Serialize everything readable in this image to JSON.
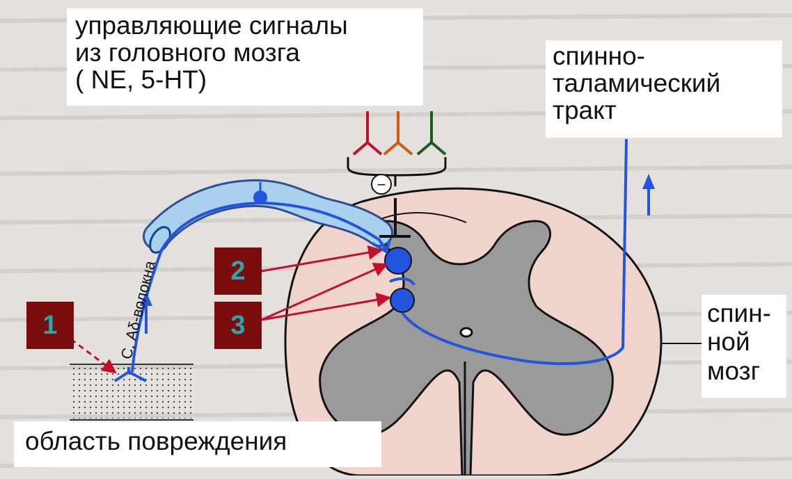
{
  "labels": {
    "brain_signals_line1": "управляющие сигналы",
    "brain_signals_line2": "из головного мозга",
    "brain_signals_line3": "( NE, 5-HT)",
    "tract_line1": "спинно-",
    "tract_line2": "таламический",
    "tract_line3": "тракт",
    "cord_line1": "спин-",
    "cord_line2": "ной",
    "cord_line3": "мозг",
    "injury_area": "область повреждения",
    "fibers": "С, Aδ-волокна",
    "inhibition_sign": "−"
  },
  "badges": [
    "1",
    "2",
    "3"
  ],
  "colors": {
    "badge_bg": "#7a0d0d",
    "badge_text": "#2aa6ae",
    "nerve_fiber": "#2255dd",
    "arrow_red": "#c0102a",
    "cord_white_matter": "#f0d4cc",
    "cord_grey_matter": "#9a9a9a",
    "descending_red": "#c0102a",
    "descending_orange": "#d05a10",
    "descending_green": "#1d5a1d"
  }
}
